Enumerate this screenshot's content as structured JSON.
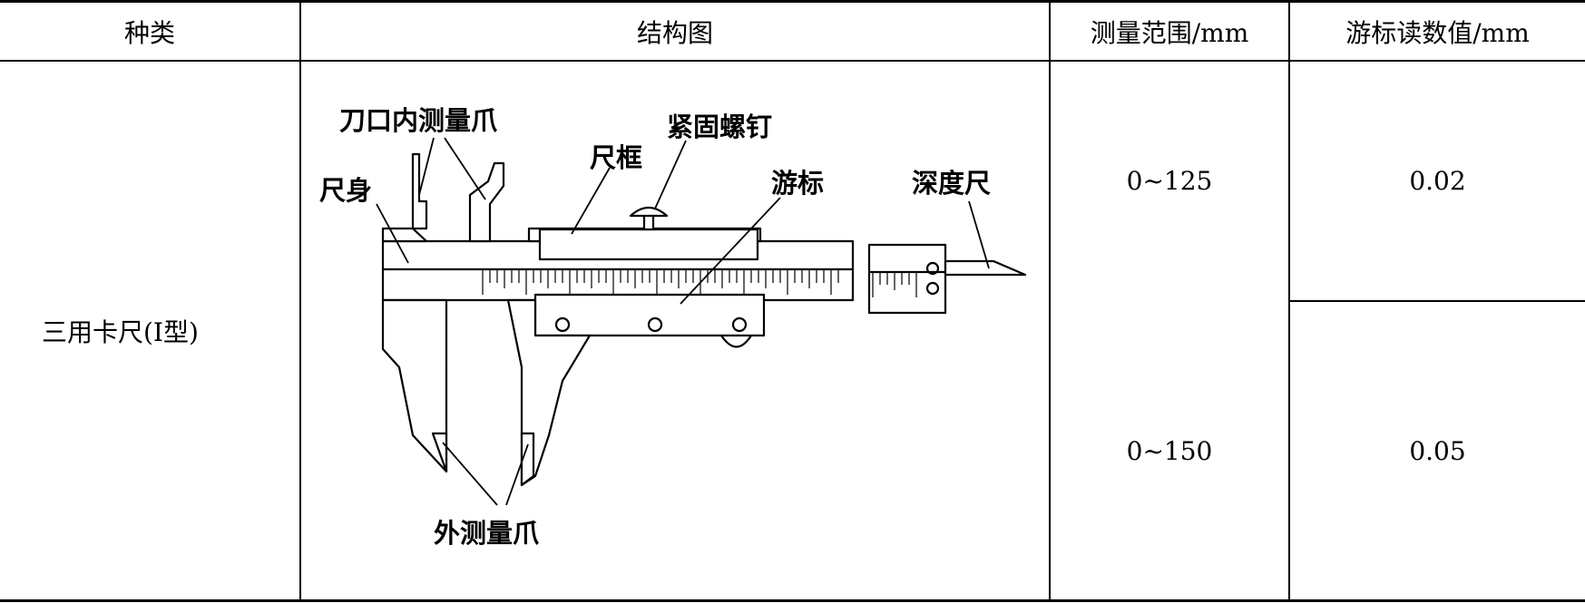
{
  "table": {
    "headers": [
      "种类",
      "结构图",
      "测量范围/mm",
      "游标读数值/mm"
    ],
    "type_name": "三用卡尺(Ⅰ型)",
    "rows": [
      {
        "range": "0~125",
        "reading": "0.02"
      },
      {
        "range": "0~150",
        "reading": "0.05"
      }
    ]
  },
  "diagram": {
    "labels": {
      "knife_jaws": "刀口内测量爪",
      "lock_screw": "紧固螺钉",
      "frame": "尺框",
      "body": "尺身",
      "vernier": "游标",
      "depth_rod": "深度尺",
      "outer_jaws": "外测量爪"
    }
  }
}
